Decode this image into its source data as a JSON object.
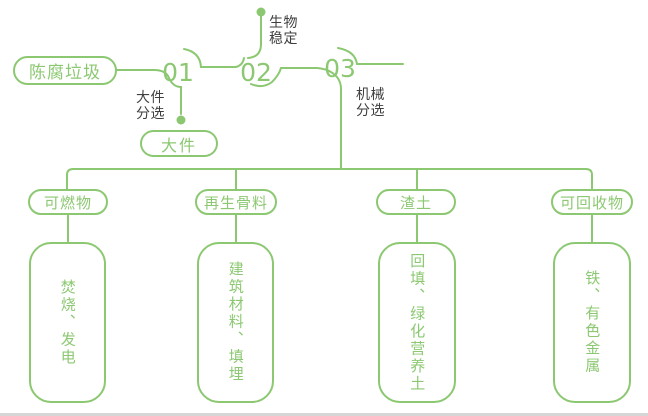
{
  "colors": {
    "green": "#8cc872",
    "dark_text": "#3f3f3f",
    "bottom_strip": "#d6d6d6",
    "background": "#ffffff"
  },
  "flow": {
    "source": "陈腐垃圾",
    "steps": [
      {
        "number": "01",
        "label_lines": [
          "大件",
          "分选"
        ],
        "output": "大件"
      },
      {
        "number": "02",
        "label_lines": [
          "生物",
          "稳定"
        ]
      },
      {
        "number": "03",
        "label_lines": [
          "机械",
          "分选"
        ]
      }
    ],
    "outputs": [
      {
        "category": "可燃物",
        "result": "焚烧、发电"
      },
      {
        "category": "再生骨料",
        "result": "建筑材料、填埋"
      },
      {
        "category": "渣土",
        "result": "回填、绿化营养土"
      },
      {
        "category": "可回收物",
        "result": "铁、有色金属"
      }
    ]
  }
}
